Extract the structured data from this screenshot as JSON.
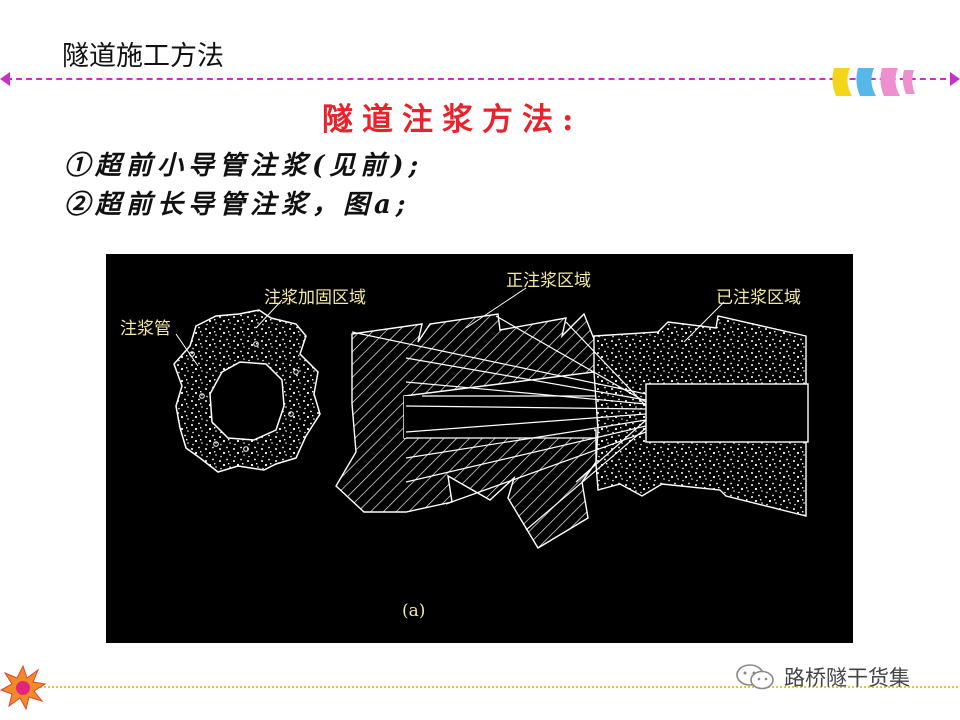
{
  "slide": {
    "title": "隧道施工方法",
    "heading": "隧道注浆方法:",
    "lines": [
      "①超前小导管注浆(见前);",
      "②超前长导管注浆，图a;"
    ]
  },
  "diagram": {
    "labels": {
      "grout_pipe": "注浆管",
      "reinforced_zone": "注浆加固区域",
      "grouting_zone": "正注浆区域",
      "grouted_zone": "已注浆区域",
      "caption": "(a)"
    },
    "colors": {
      "background": "#000000",
      "line": "#ffffff",
      "label": "#f3e9a0"
    }
  },
  "watermark": {
    "text": "路桥隧干货集",
    "icon": "wechat-icon"
  },
  "theme": {
    "accent_pink": "#cc2fc7",
    "heading_red": "#e8232c",
    "strip_colors": [
      "#f3d51a",
      "#56b8e8",
      "#ee8fcf"
    ]
  }
}
